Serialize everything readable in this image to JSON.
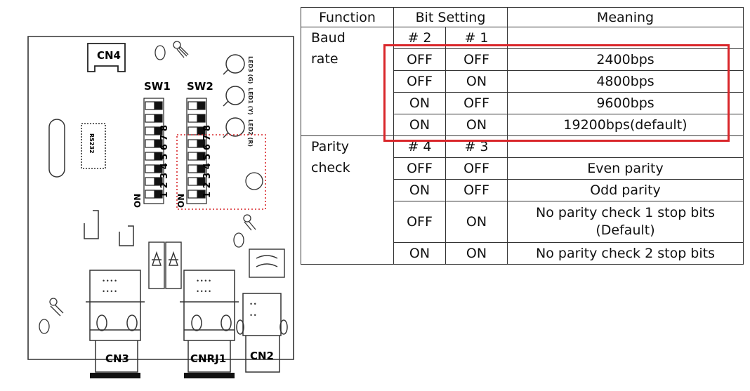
{
  "board": {
    "connectors": {
      "cn4": "CN4",
      "cn3": "CN3",
      "cnrj1": "CNRJ1",
      "cn2": "CN2"
    },
    "switches": {
      "sw1": "SW1",
      "sw2": "SW2",
      "positions": "1 2 3 4 5 6 7 8",
      "on_label": "ON"
    },
    "leds": [
      "LED3 (G)",
      "LED1 (Y)",
      "LED2 (R)"
    ],
    "chip_label": "RS232"
  },
  "table": {
    "headers": {
      "function": "Function",
      "bit_setting": "Bit Setting",
      "meaning": "Meaning"
    },
    "baud": {
      "label_1": "Baud",
      "label_2": "rate",
      "bit_a": "# 2",
      "bit_b": "# 1",
      "rows": [
        {
          "a": "OFF",
          "b": "OFF",
          "meaning": "2400bps"
        },
        {
          "a": "OFF",
          "b": "ON",
          "meaning": "4800bps"
        },
        {
          "a": "ON",
          "b": "OFF",
          "meaning": "9600bps"
        },
        {
          "a": "ON",
          "b": "ON",
          "meaning": "19200bps(default)"
        }
      ]
    },
    "parity": {
      "label_1": "Parity",
      "label_2": "check",
      "bit_a": "# 4",
      "bit_b": "# 3",
      "rows": [
        {
          "a": "OFF",
          "b": "OFF",
          "meaning": "Even parity"
        },
        {
          "a": "ON",
          "b": "OFF",
          "meaning": "Odd parity"
        },
        {
          "a": "OFF",
          "b": "ON",
          "meaning": "No parity check 1 stop bits",
          "meaning_2": "(Default)"
        },
        {
          "a": "ON",
          "b": "ON",
          "meaning": "No parity check 2 stop bits"
        }
      ]
    }
  },
  "colors": {
    "highlight": "#d9262a",
    "line": "#333333",
    "dotted": "#d9262a"
  }
}
